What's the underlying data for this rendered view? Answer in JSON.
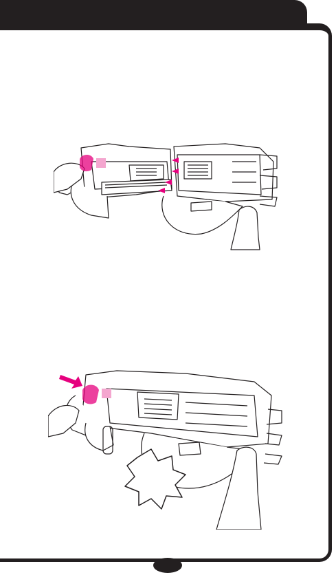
{
  "header": {
    "title": ""
  },
  "figures": [
    {
      "kind": "illustration",
      "subject": "hands-connecting-two-trays"
    },
    {
      "kind": "illustration",
      "subject": "hands-pressing-release-tab"
    }
  ],
  "page_number": "",
  "colors": {
    "ink": "#231f20",
    "accent": "#e6007e",
    "background": "#ffffff"
  }
}
